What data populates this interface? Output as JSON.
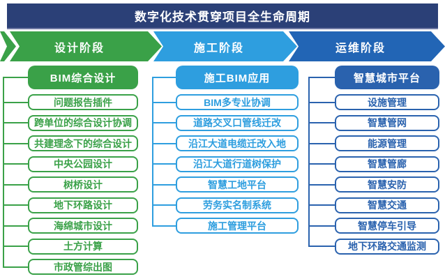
{
  "title": "数字化技术贯穿项目全生命周期",
  "colors": {
    "canvas_bg": "#FFFFFF",
    "title_bar_bg": "#2B4077",
    "design_green": "#3AA148",
    "construction_blue": "#2E9EDF",
    "operation_blue_arrow": "#2265B5",
    "operation_blue": "#2A62AE",
    "text_on_fill": "#FFFFFF"
  },
  "columns": [
    {
      "phase": "设计阶段",
      "header": "BIM综合设计",
      "items": [
        "问题报告插件",
        "跨单位的综合设计协调",
        "共建理念下的综合设计",
        "中央公园设计",
        "树桥设计",
        "地下环路设计",
        "海绵城市设计",
        "土方计算",
        "市政管综出图"
      ]
    },
    {
      "phase": "施工阶段",
      "header": "施工BIM应用",
      "items": [
        "BIM多专业协调",
        "道路交叉口管线迁改",
        "沿江大道电缆迁改入地",
        "沿江大道行道树保护",
        "智慧工地平台",
        "劳务实名制系统",
        "施工管理平台"
      ]
    },
    {
      "phase": "运维阶段",
      "header": "智慧城市平台",
      "items": [
        "设施管理",
        "智慧管网",
        "能源管理",
        "智慧管廊",
        "智慧安防",
        "智慧交通",
        "智慧停车引导",
        "地下环路交通监测"
      ]
    }
  ]
}
